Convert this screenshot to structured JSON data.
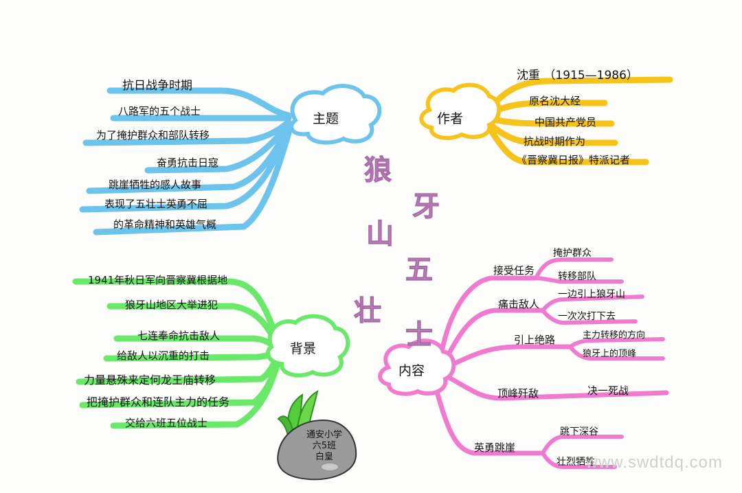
{
  "title_chars": [
    "狼",
    "山",
    "牙",
    "五",
    "壮",
    "士"
  ],
  "colors": {
    "theme": "#6cc3ec",
    "author": "#f5c31a",
    "background": "#6ae86a",
    "content": "#f07ad0",
    "title": "#c894c4"
  },
  "theme": {
    "hub": "主题",
    "lines": [
      "抗日战争时期",
      "八路军的五个战士",
      "为了掩护群众和部队转移",
      "奋勇抗击日寇",
      "跳崖牺牲的感人故事",
      "表现了五壮士英勇不屈",
      "的革命精神和英雄气概"
    ]
  },
  "author": {
    "hub": "作者",
    "lines": [
      "沈重 （1915—1986）",
      "原名沈大经",
      "中国共产党员",
      "抗战时期作为",
      "《晋察冀日报》特派记者"
    ]
  },
  "background": {
    "hub": "背景",
    "lines": [
      "1941年秋日军向晋察冀根据地",
      "狼牙山地区大举进犯",
      "七连奉命抗击敌人",
      "给敌人以沉重的打击",
      "力量悬殊来定何龙王庙转移",
      "把掩护群众和连队主力的任务",
      "交给六班五位战士"
    ]
  },
  "content": {
    "hub": "内容",
    "branches": [
      {
        "label": "接受任务",
        "leaves": [
          "掩护群众",
          "转移部队"
        ]
      },
      {
        "label": "痛击敌人",
        "leaves": [
          "一边引上狼牙山",
          "一次次打下去"
        ]
      },
      {
        "label": "引上绝路",
        "leaves": [
          "主力转移的方向",
          "狼牙上的顶峰"
        ]
      },
      {
        "label": "顶峰歼敌",
        "leaves": [
          "决一死战"
        ]
      },
      {
        "label": "英勇跳崖",
        "leaves": [
          "跳下深谷",
          "壮烈牺牲"
        ]
      }
    ]
  },
  "rock": {
    "line1": "通安小学",
    "line2": "六5班",
    "line3": "白皇"
  },
  "watermark": "www.swdtdq.com"
}
